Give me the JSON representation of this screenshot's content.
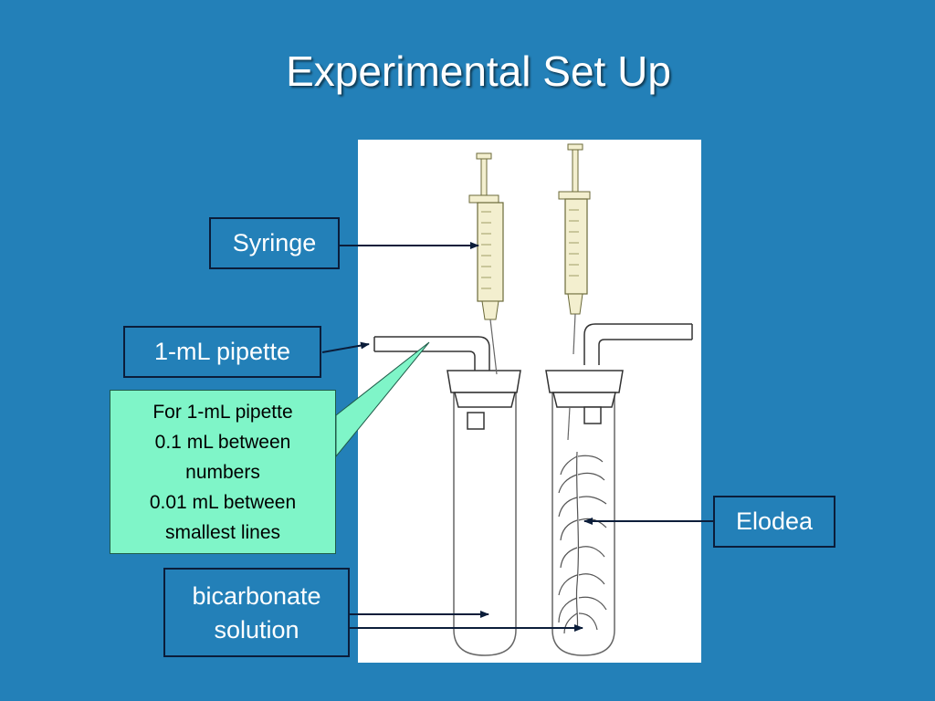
{
  "title": "Experimental Set Up",
  "labels": {
    "syringe": "Syringe",
    "pipette": "1-mL pipette",
    "elodea": "Elodea",
    "bicarbonate_line1": "bicarbonate",
    "bicarbonate_line2": "solution"
  },
  "note": {
    "line1": "For 1-mL pipette",
    "line2": "0.1 mL between",
    "line3": "numbers",
    "line4": "0.01 mL between",
    "line5": "smallest lines"
  },
  "colors": {
    "background": "#2380b8",
    "note_fill": "#7ff5c8",
    "label_border": "#0b1d3a",
    "arrow": "#0b1d3a"
  }
}
